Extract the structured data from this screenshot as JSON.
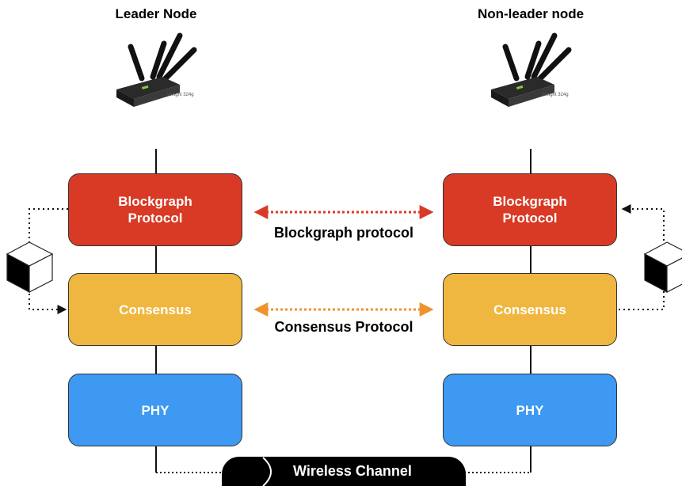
{
  "nodes": {
    "leader": {
      "title": "Leader Node",
      "device_caption": "Weight 324g",
      "layers": {
        "blockgraph": [
          "Blockgraph",
          "Protocol"
        ],
        "consensus": "Consensus",
        "phy": "PHY"
      }
    },
    "non_leader": {
      "title": "Non-leader node",
      "device_caption": "Weight 324g",
      "layers": {
        "blockgraph": [
          "Blockgraph",
          "Protocol"
        ],
        "consensus": "Consensus",
        "phy": "PHY"
      }
    }
  },
  "protocols": {
    "blockgraph": "Blockgraph protocol",
    "consensus": "Consensus Protocol"
  },
  "channel": {
    "label": "Wireless Channel"
  },
  "colors": {
    "blockgraph_layer": "#d93a25",
    "consensus_layer": "#efb73f",
    "phy_layer": "#3d99f2",
    "blockgraph_arrow": "#d93a25",
    "consensus_arrow": "#f0922e",
    "channel": "#000000",
    "line": "#111111"
  },
  "icons": {
    "device": "router-with-antennas-icon",
    "cube": "cube-icon"
  }
}
